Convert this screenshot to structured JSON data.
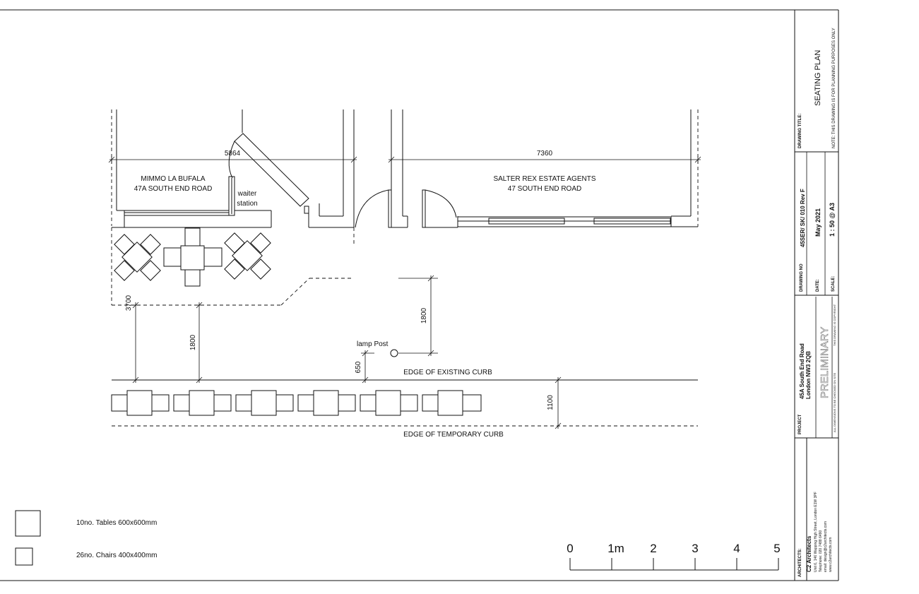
{
  "tenants": {
    "left_name": "MIMMO LA BUFALA",
    "left_address": "47A SOUTH END ROAD",
    "right_name": "SALTER REX ESTATE AGENTS",
    "right_address": "47 SOUTH END ROAD"
  },
  "labels": {
    "waiter": "waiter",
    "station": "station",
    "lamp_post": "lamp Post",
    "edge_existing_curb": "EDGE OF EXISTING CURB",
    "edge_temporary_curb": "EDGE OF TEMPORARY CURB"
  },
  "dimensions": {
    "left_frontage": "5864",
    "right_frontage": "7360",
    "terrace_depth": "3700",
    "table_to_terrace": "1800",
    "lamp_clearance": "1800",
    "lamp_to_curb": "650",
    "temp_curb_depth": "1100"
  },
  "legend": {
    "tables": "10no. Tables 600x600mm",
    "chairs": "26no. Chairs 400x400mm"
  },
  "scale_bar": {
    "ticks": [
      "0",
      "1m",
      "2",
      "3",
      "4",
      "5"
    ]
  },
  "title_block": {
    "drawing_title_label": "DRAWING TITLE:",
    "drawing_title": "SEATING PLAN",
    "note": "NOTE:   THIS DRAWING IS FOR PLANNING PURPOSES ONLY",
    "drawing_no_label": "DRAWING NO",
    "drawing_no": "45SER/ SK/ 010 Rev F",
    "date_label": "DATE:",
    "date": "May 2021",
    "scale_label": "SCALE:",
    "scale": "1 : 50 @ A3",
    "project_label": "PROJECT",
    "project_line1": "45A South End Road",
    "project_line2": "London NW3 2QB",
    "status": "PRELIMINARY",
    "dims_note": "ALL DIMENSIONS TO BE CHECKED ON SITE",
    "copyright_note": "THIS DRAWING IS COPYRIGHT",
    "architects_label": "ARCHITECTS:",
    "architects_name": "C2 Architects",
    "address": "Unit 6, 146 Wapping High Street, London E1W 3PF",
    "telephone": "Telephone: 020 7488 6490",
    "email": "email: design@c2architects.com",
    "web": "www.c2architects.com"
  }
}
